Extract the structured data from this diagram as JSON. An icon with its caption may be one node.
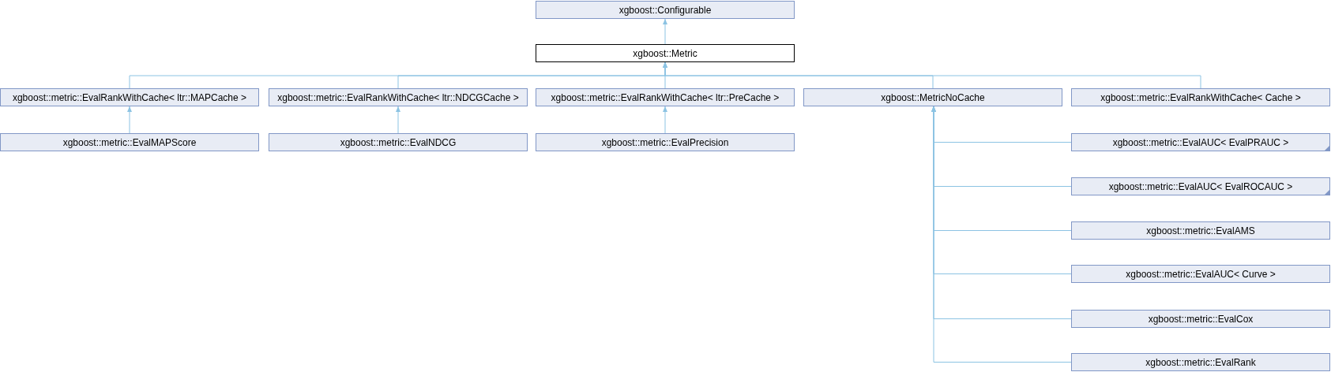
{
  "diagram": {
    "nodes": [
      {
        "text": [
          "xgboost::Configurable"
        ]
      },
      {
        "text": [
          "xgboost::Metric"
        ]
      },
      {
        "text": [
          "xgboost::metric::EvalRankWithCache< ltr::MAPCache >"
        ]
      },
      {
        "text": [
          "xgboost::metric::EvalRankWithCache< ltr::NDCGCache >"
        ]
      },
      {
        "text": [
          "xgboost::metric::EvalRankWithCache< ltr::PreCache >"
        ]
      },
      {
        "text": [
          "xgboost::MetricNoCache"
        ]
      },
      {
        "text": [
          "xgboost::metric::EvalRankWithCache< Cache >"
        ]
      },
      {
        "text": [
          "xgboost::metric::EvalMAPScore"
        ]
      },
      {
        "text": [
          "xgboost::metric::EvalNDCG"
        ]
      },
      {
        "text": [
          "xgboost::metric::EvalPrecision"
        ]
      },
      {
        "text": [
          "xgboost::metric::EvalAUC< EvalPRAUC >"
        ]
      },
      {
        "text": [
          "xgboost::metric::EvalAUC< EvalROCAUC >"
        ]
      },
      {
        "text": [
          "xgboost::metric::EvalAMS"
        ]
      },
      {
        "text": [
          "xgboost::metric::EvalAUC< Curve >"
        ]
      },
      {
        "text": [
          "xgboost::metric::EvalCox"
        ]
      },
      {
        "text": [
          "xgboost::metric::EvalRank"
        ]
      }
    ],
    "edges": [
      {
        "from": 1,
        "to": 0,
        "arrow": "to"
      },
      {
        "from": 2,
        "to": 1,
        "arrow": "to"
      },
      {
        "from": 3,
        "to": 1,
        "arrow": "to"
      },
      {
        "from": 4,
        "to": 1,
        "arrow": "to"
      },
      {
        "from": 5,
        "to": 1,
        "arrow": "to"
      },
      {
        "from": 6,
        "to": 1,
        "arrow": "to"
      },
      {
        "from": 7,
        "to": 2,
        "arrow": "to"
      },
      {
        "from": 8,
        "to": 3,
        "arrow": "to"
      },
      {
        "from": 9,
        "to": 4,
        "arrow": "to"
      },
      {
        "from": 10,
        "to": 5,
        "arrow": "to"
      },
      {
        "from": 11,
        "to": 5,
        "arrow": "to"
      },
      {
        "from": 12,
        "to": 5,
        "arrow": "to"
      },
      {
        "from": 13,
        "to": 5,
        "arrow": "to"
      },
      {
        "from": 14,
        "to": 5,
        "arrow": "to"
      },
      {
        "from": 15,
        "to": 5,
        "arrow": "to"
      }
    ]
  }
}
